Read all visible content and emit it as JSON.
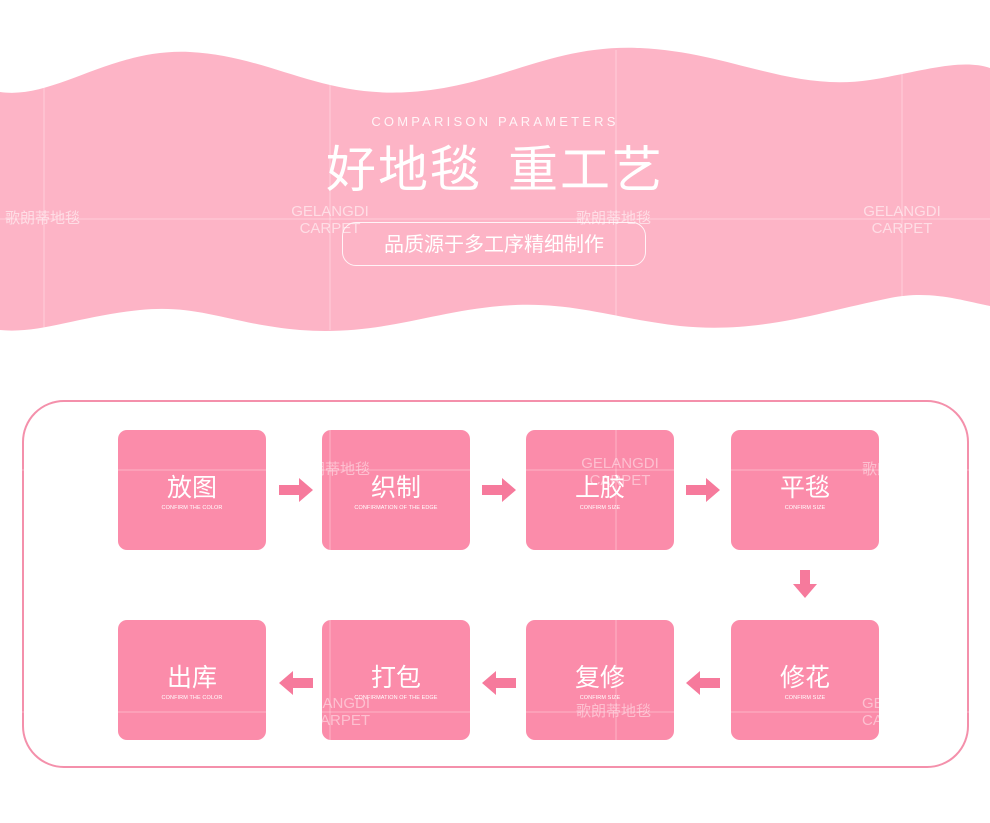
{
  "colors": {
    "banner_pink": "#fdb4c6",
    "step_pink": "#fb8caa",
    "arrow_pink": "#f67a9c",
    "panel_border": "#f490ab"
  },
  "header": {
    "subhead": "COMPARISON PARAMETERS",
    "headline_part1": "好地毯",
    "headline_part2": "重工艺",
    "tagline": "品质源于多工序精细制作"
  },
  "watermarks": {
    "cn": "歌朗蒂地毯",
    "en_line1": "GELANGDI",
    "en_line2": "CARPET"
  },
  "steps": [
    {
      "title": "放图",
      "subtitle": "CONFIRM THE COLOR"
    },
    {
      "title": "织制",
      "subtitle": "CONFIRMATION OF THE EDGE"
    },
    {
      "title": "上胶",
      "subtitle": "CONFIRM SIZE"
    },
    {
      "title": "平毯",
      "subtitle": "CONFIRM SIZE"
    },
    {
      "title": "修花",
      "subtitle": "CONFIRM SIZE"
    },
    {
      "title": "复修",
      "subtitle": "CONFIRM SIZE"
    },
    {
      "title": "打包",
      "subtitle": "CONFIRMATION OF THE EDGE"
    },
    {
      "title": "出库",
      "subtitle": "CONFIRM THE COLOR"
    }
  ],
  "icons": {
    "right": "arrow-right-icon",
    "down": "arrow-down-icon",
    "left": "arrow-left-icon"
  }
}
